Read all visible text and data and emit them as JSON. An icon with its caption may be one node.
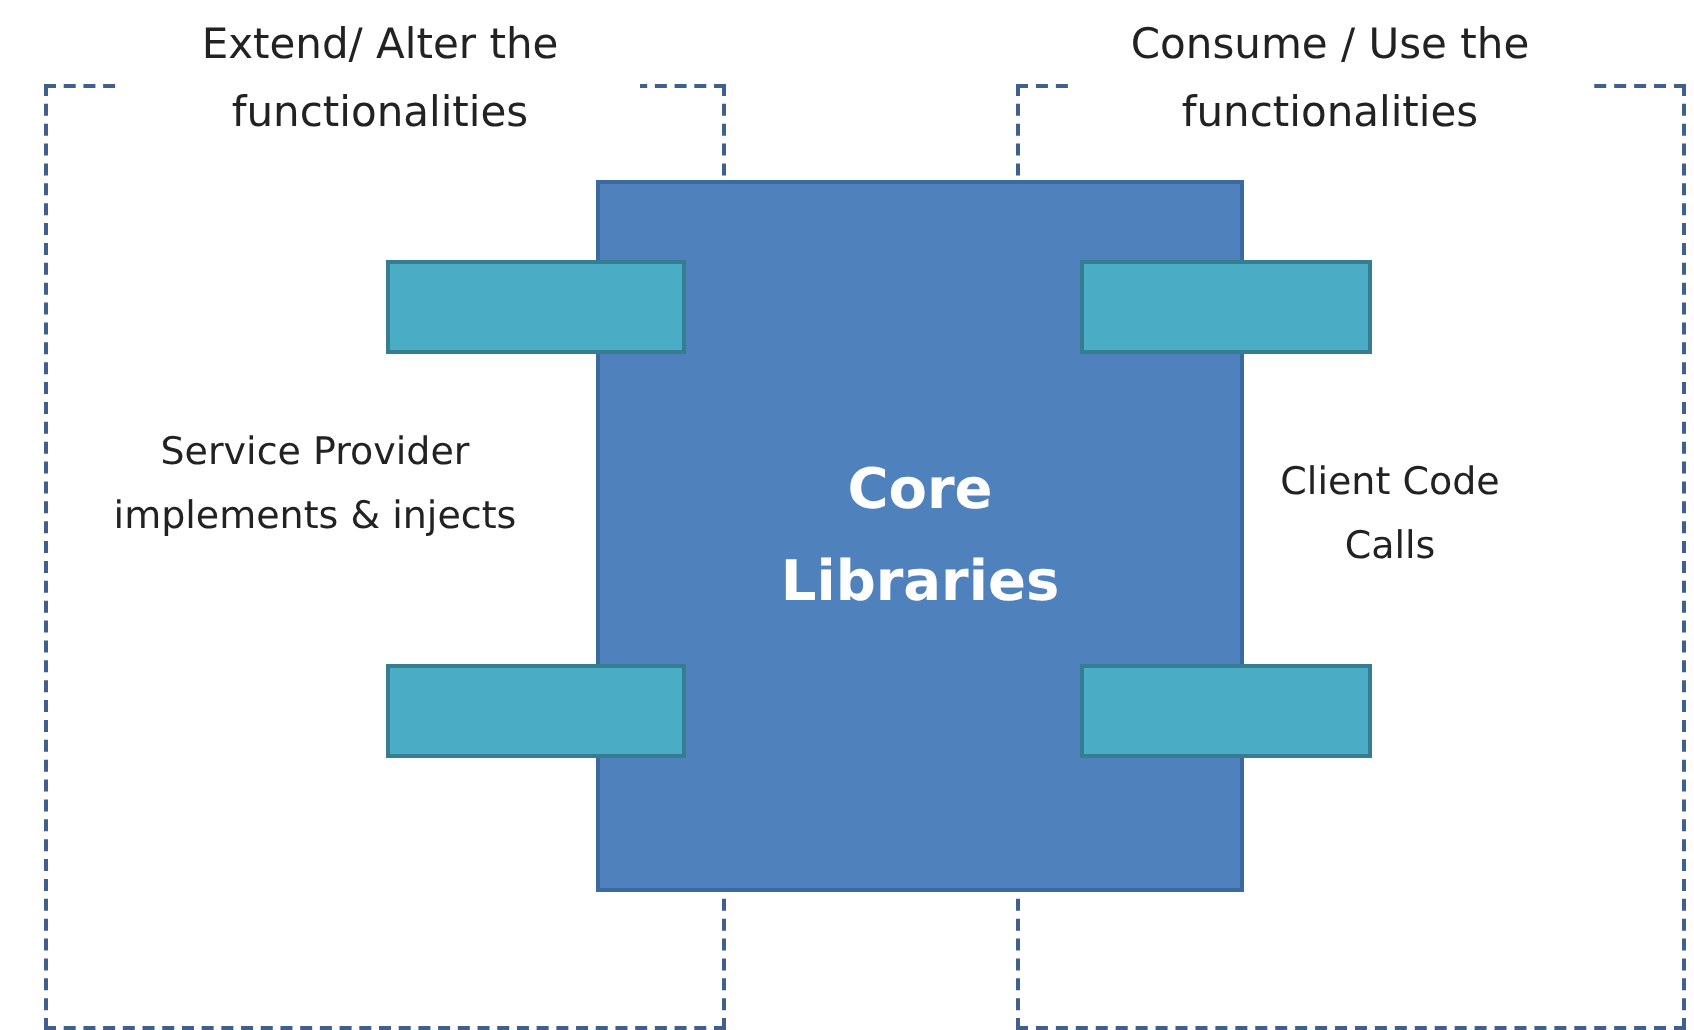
{
  "diagram": {
    "nodes": [
      {
        "text": [
          "Extend/ Alter the functionalities",
          "Service Provider implements & injects"
        ]
      },
      {
        "text": [
          "Consume / Use the functionalities",
          "Client Code Calls"
        ]
      },
      {
        "text": [
          "Core Libraries"
        ]
      },
      {
        "text": [],
        "shape": "box",
        "in": 0
      },
      {
        "text": [],
        "shape": "box",
        "in": 1
      },
      {
        "text": [],
        "shape": "box",
        "in": 0
      },
      {
        "text": [],
        "shape": "box",
        "in": 1
      }
    ]
  }
}
